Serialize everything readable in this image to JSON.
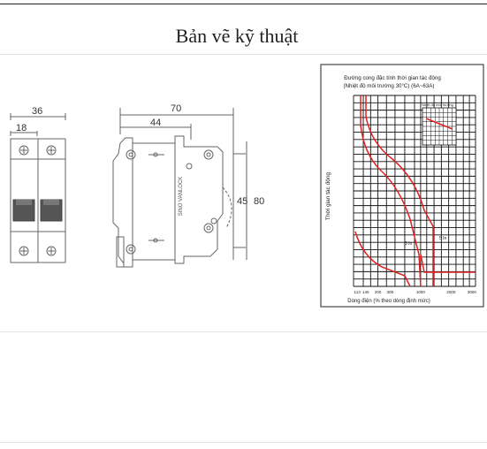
{
  "section": {
    "title": "Bản vẽ kỹ thuật"
  },
  "front_view": {
    "dim_total_width": "36",
    "dim_pole_width": "18"
  },
  "side_view": {
    "dim_total_depth": "70",
    "dim_inner_depth": "44",
    "dim_inner_height": "45",
    "dim_total_height": "80",
    "brand_label": "SINO VANLOCK"
  },
  "curve_chart": {
    "title_line1": "Đường cong đặc tính thời gian tác động",
    "title_line2": "(Nhiệt độ môi trường 30°C) (6A~63A)",
    "ylabel": "Thời gian tác động",
    "xlabel": "Dòng điện (% theo dòng định mức)",
    "x_ticks": [
      "113",
      "145",
      "200",
      "300",
      "1000",
      "2000",
      "3000"
    ],
    "marker_left": "3 In",
    "marker_right": "5 In",
    "inset_title": "Nhiệt độ môi trường",
    "colors": {
      "curve": "#e02020",
      "grid": "#111111"
    }
  }
}
